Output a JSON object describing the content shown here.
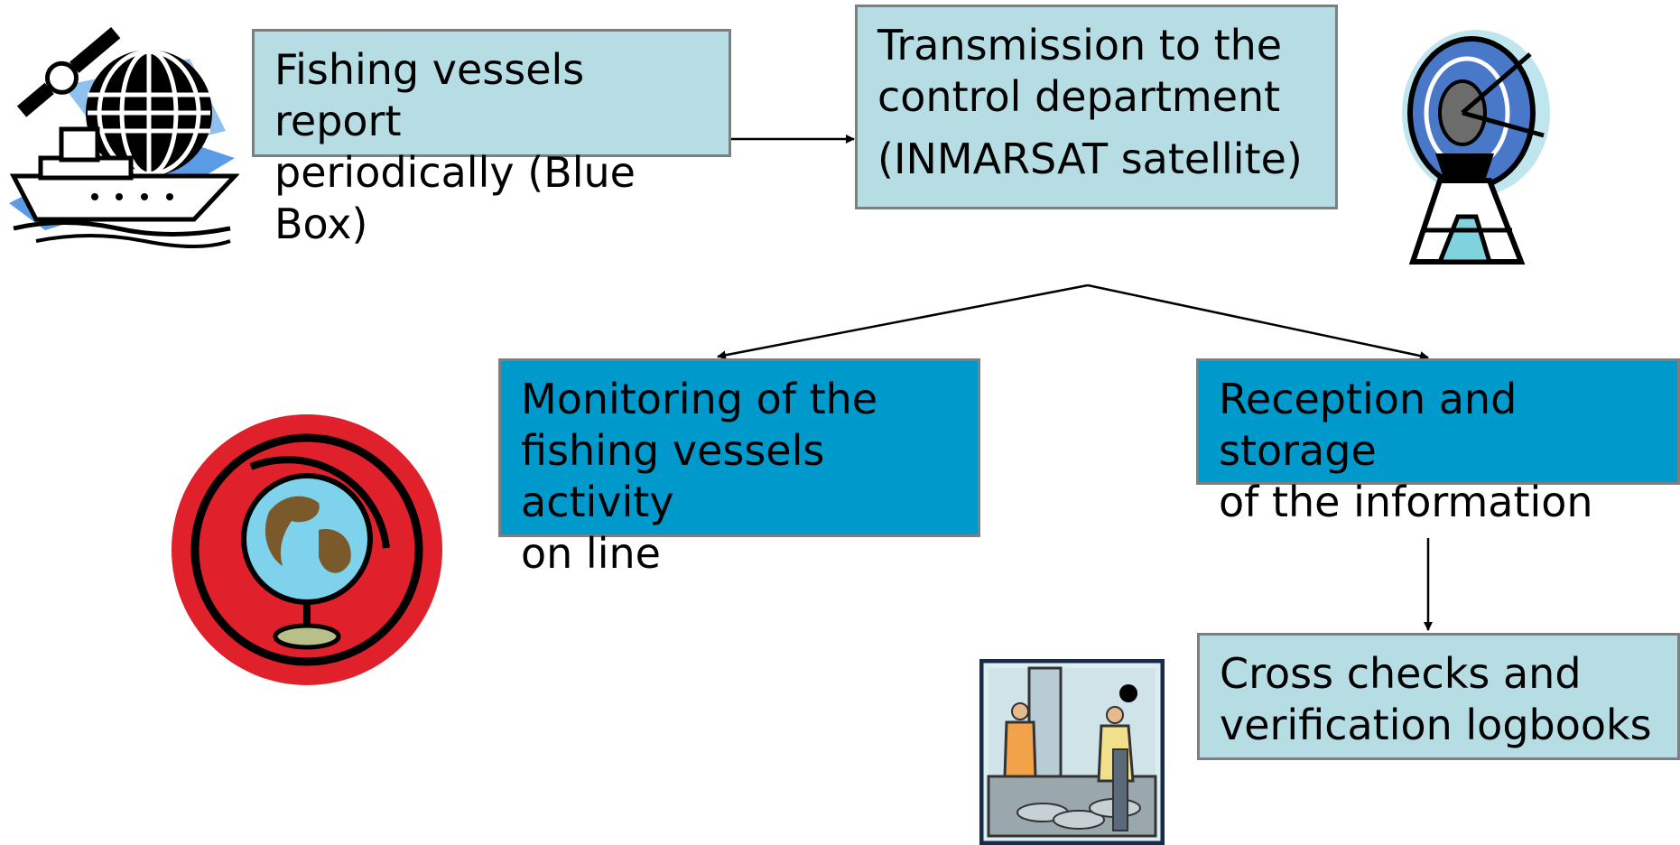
{
  "nodes": {
    "fishing_report": {
      "lines": [
        "Fishing vessels report",
        "periodically (Blue Box)"
      ]
    },
    "transmission": {
      "lines": [
        "Transmission to the",
        "control department",
        "(INMARSAT satellite)"
      ]
    },
    "monitoring": {
      "lines": [
        "Monitoring of the",
        "fishing vessels activity",
        "on line"
      ]
    },
    "reception": {
      "lines": [
        "Reception and storage",
        "of the information"
      ]
    },
    "cross_checks": {
      "lines": [
        "Cross checks and",
        "verification logbooks"
      ]
    }
  },
  "clipart": [
    "ship-satellite-icon",
    "satellite-dish-icon",
    "globe-icon",
    "fishermen-icon"
  ],
  "colors": {
    "light_box": "#b5dde3",
    "dark_box": "#0099cc",
    "box_border": "#7f7f7f",
    "arrow": "#000000"
  }
}
